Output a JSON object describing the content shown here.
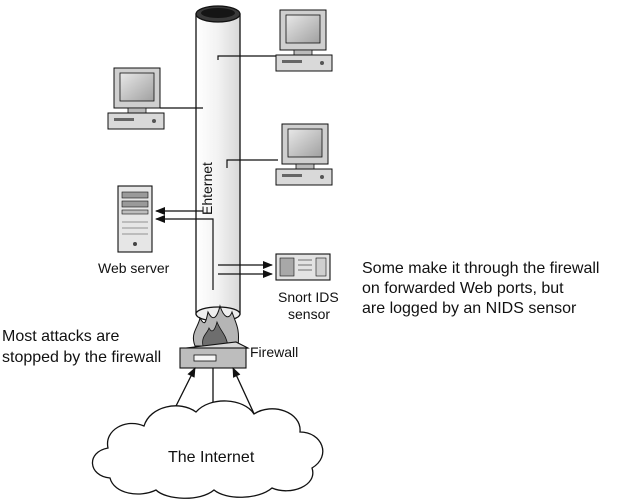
{
  "labels": {
    "ethernet": "Ehternet",
    "web_server": "Web server",
    "snort_line1": "Snort IDS",
    "snort_line2": "sensor",
    "firewall": "Firewall",
    "internet": "The Internet",
    "attacks_line1": "Most attacks are",
    "attacks_line2": "stopped by the firewall",
    "through_line1": "Some make it through the firewall",
    "through_line2": "on forwarded Web ports, but",
    "through_line3": "are logged by an NIDS sensor"
  },
  "icons": [
    "workstation-icon",
    "server-icon",
    "ids-sensor-icon",
    "firewall-icon",
    "flame-icon",
    "cloud-icon"
  ]
}
